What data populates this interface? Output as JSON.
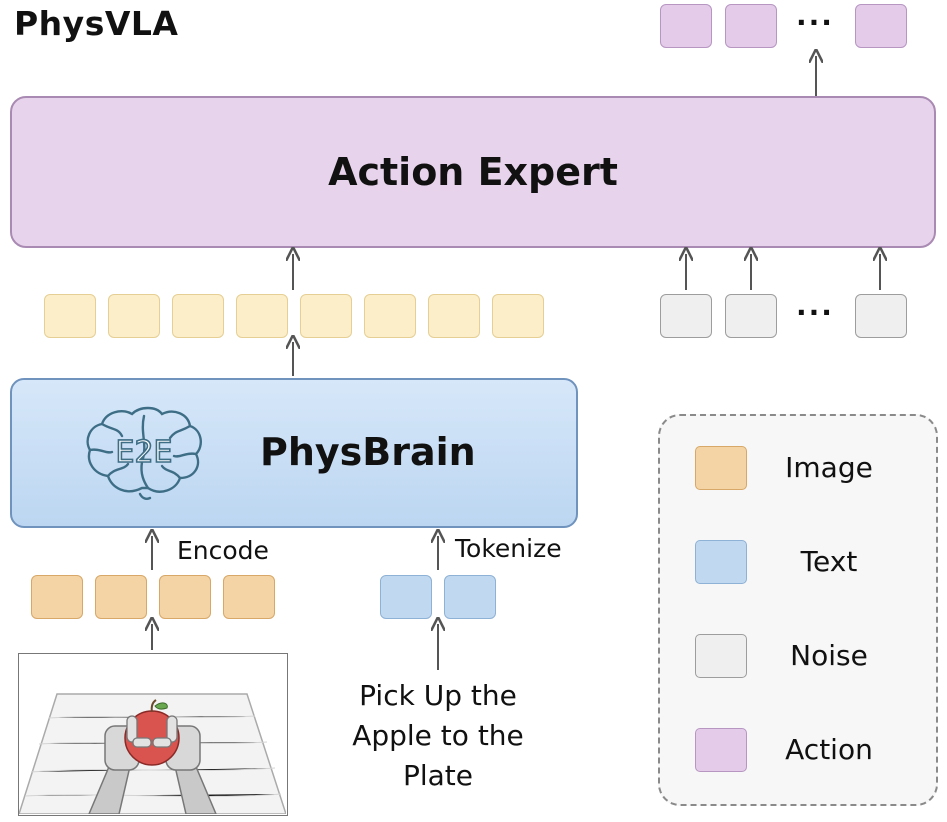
{
  "title": "PhysVLA",
  "action_expert": {
    "label": "Action Expert"
  },
  "physbrain": {
    "label": "PhysBrain",
    "logo_text": "E2E",
    "logo_icon": "brain-icon"
  },
  "steps": {
    "encode": "Encode",
    "tokenize": "Tokenize"
  },
  "instruction": {
    "line1": "Pick Up the",
    "line2": "Apple to the",
    "line3": "Plate"
  },
  "ellipsis": "···",
  "legend": {
    "items": [
      {
        "label": "Image",
        "color": "#f4d3a4"
      },
      {
        "label": "Text",
        "color": "#c1d9f0"
      },
      {
        "label": "Noise",
        "color": "#efefef"
      },
      {
        "label": "Action",
        "color": "#e3cbe9"
      }
    ]
  },
  "colors": {
    "action": "#e3cbe9",
    "vlm_tokens": "#fbeec8",
    "noise": "#efefef",
    "image": "#f4d3a4",
    "text": "#c1d9f0",
    "physbrain": "#cfe2f6"
  }
}
